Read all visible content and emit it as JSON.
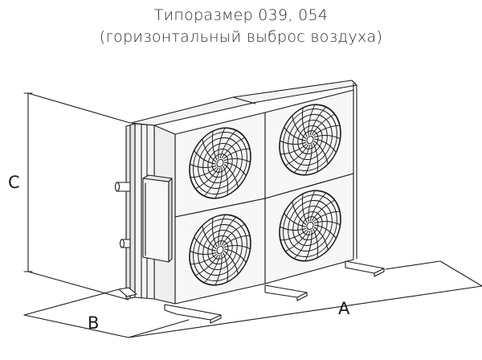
{
  "title": {
    "line1": "Типоразмер 039, 054",
    "line2": "(горизонтальный выброс воздуха)"
  },
  "dimensions": {
    "c": "C",
    "b": "B",
    "a": "A"
  },
  "fans": [
    {
      "position": "top-left"
    },
    {
      "position": "top-right"
    },
    {
      "position": "bottom-left"
    },
    {
      "position": "bottom-right"
    }
  ],
  "colors": {
    "line": "#1a1a1a",
    "panel_fill": "#f6f6f6",
    "shade": "#d8d8d8"
  }
}
